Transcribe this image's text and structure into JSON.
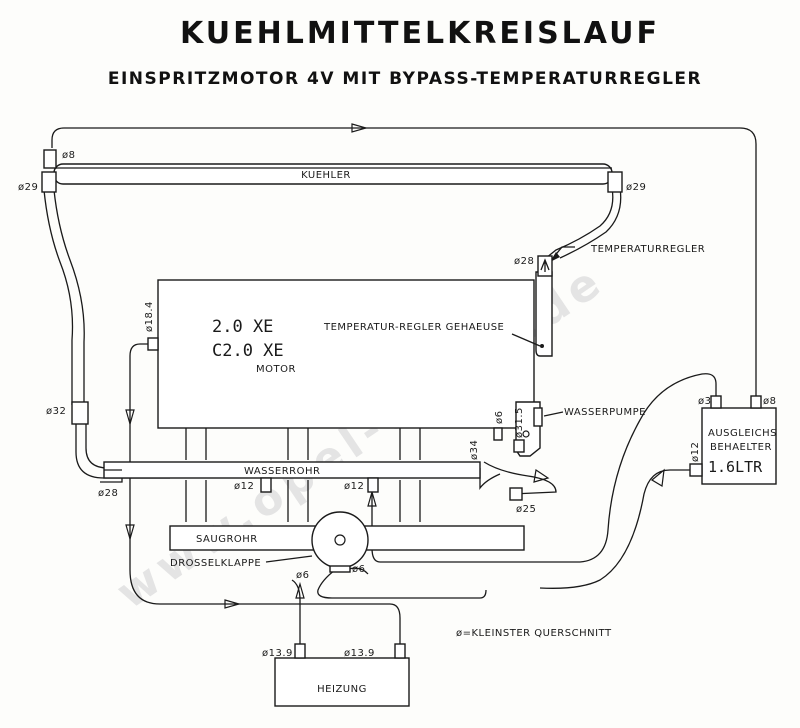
{
  "title": "KUEHLMITTELKREISLAUF",
  "subtitle": "EINSPRITZMOTOR 4V MIT BYPASS-TEMPERATURREGLER",
  "watermark": "www.opel-turbo.de",
  "labels": {
    "kuehler": "KUEHLER",
    "temperaturregler": "TEMPERATURREGLER",
    "regler_gehaeuse": "TEMPERATUR-REGLER GEHAEUSE",
    "engine_line1": "2.0 XE",
    "engine_line2": "C2.0 XE",
    "motor": "MOTOR",
    "wasserpumpe": "WASSERPUMPE",
    "ausgleich_line1": "AUSGLEICHS",
    "ausgleich_line2": "BEHAELTER",
    "ausgleich_volume": "1.6LTR",
    "wasserrohr": "WASSERROHR",
    "saugrohr": "SAUGROHR",
    "drosselklappe": "DROSSELKLAPPE",
    "heizung": "HEIZUNG",
    "legend": "ø=KLEINSTER QUERSCHNITT"
  },
  "dims": {
    "d8_radiator": "ø8",
    "d29_left": "ø29",
    "d29_right": "ø29",
    "d28_thermostat": "ø28",
    "d18_4": "ø18.4",
    "d32": "ø32",
    "d28_lower": "ø28",
    "d6_pump": "ø6",
    "d31_5": "ø31.5",
    "d34": "ø34",
    "d25": "ø25",
    "d12_left": "ø12",
    "d12_mid": "ø12",
    "d12_tank": "ø12",
    "d3_tank": "ø3",
    "d8_tank": "ø8",
    "d6_throttle_left": "ø6",
    "d6_throttle_right": "ø6",
    "d13_9_left": "ø13.9",
    "d13_9_right": "ø13.9"
  }
}
